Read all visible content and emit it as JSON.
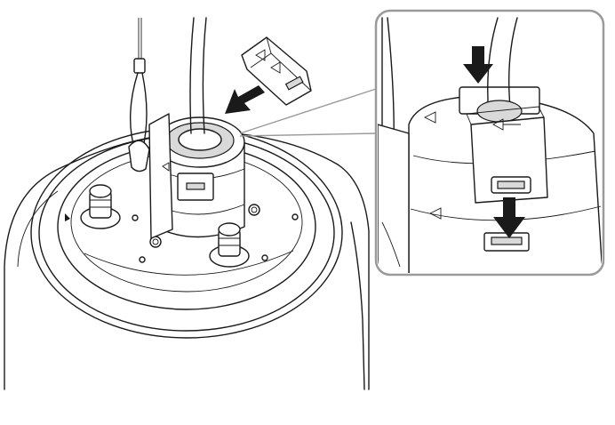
{
  "figure": {
    "main_view": {
      "parts": [
        "camera-housing",
        "mounting-plate",
        "cable-grommet",
        "safety-wire",
        "screw-left",
        "screw-right",
        "cable-cover-clip"
      ],
      "arrow_direction": "down-left"
    },
    "detail_callout": {
      "parts": [
        "cable-cover-clip",
        "cable",
        "safety-wire",
        "grommet-dome"
      ],
      "arrows": [
        "down",
        "down"
      ]
    },
    "colors": {
      "line": "#1a1a1a",
      "callout_border": "#9a9a9a",
      "shade": "#d9d9d9",
      "arrow": "#1a1a1a"
    }
  }
}
